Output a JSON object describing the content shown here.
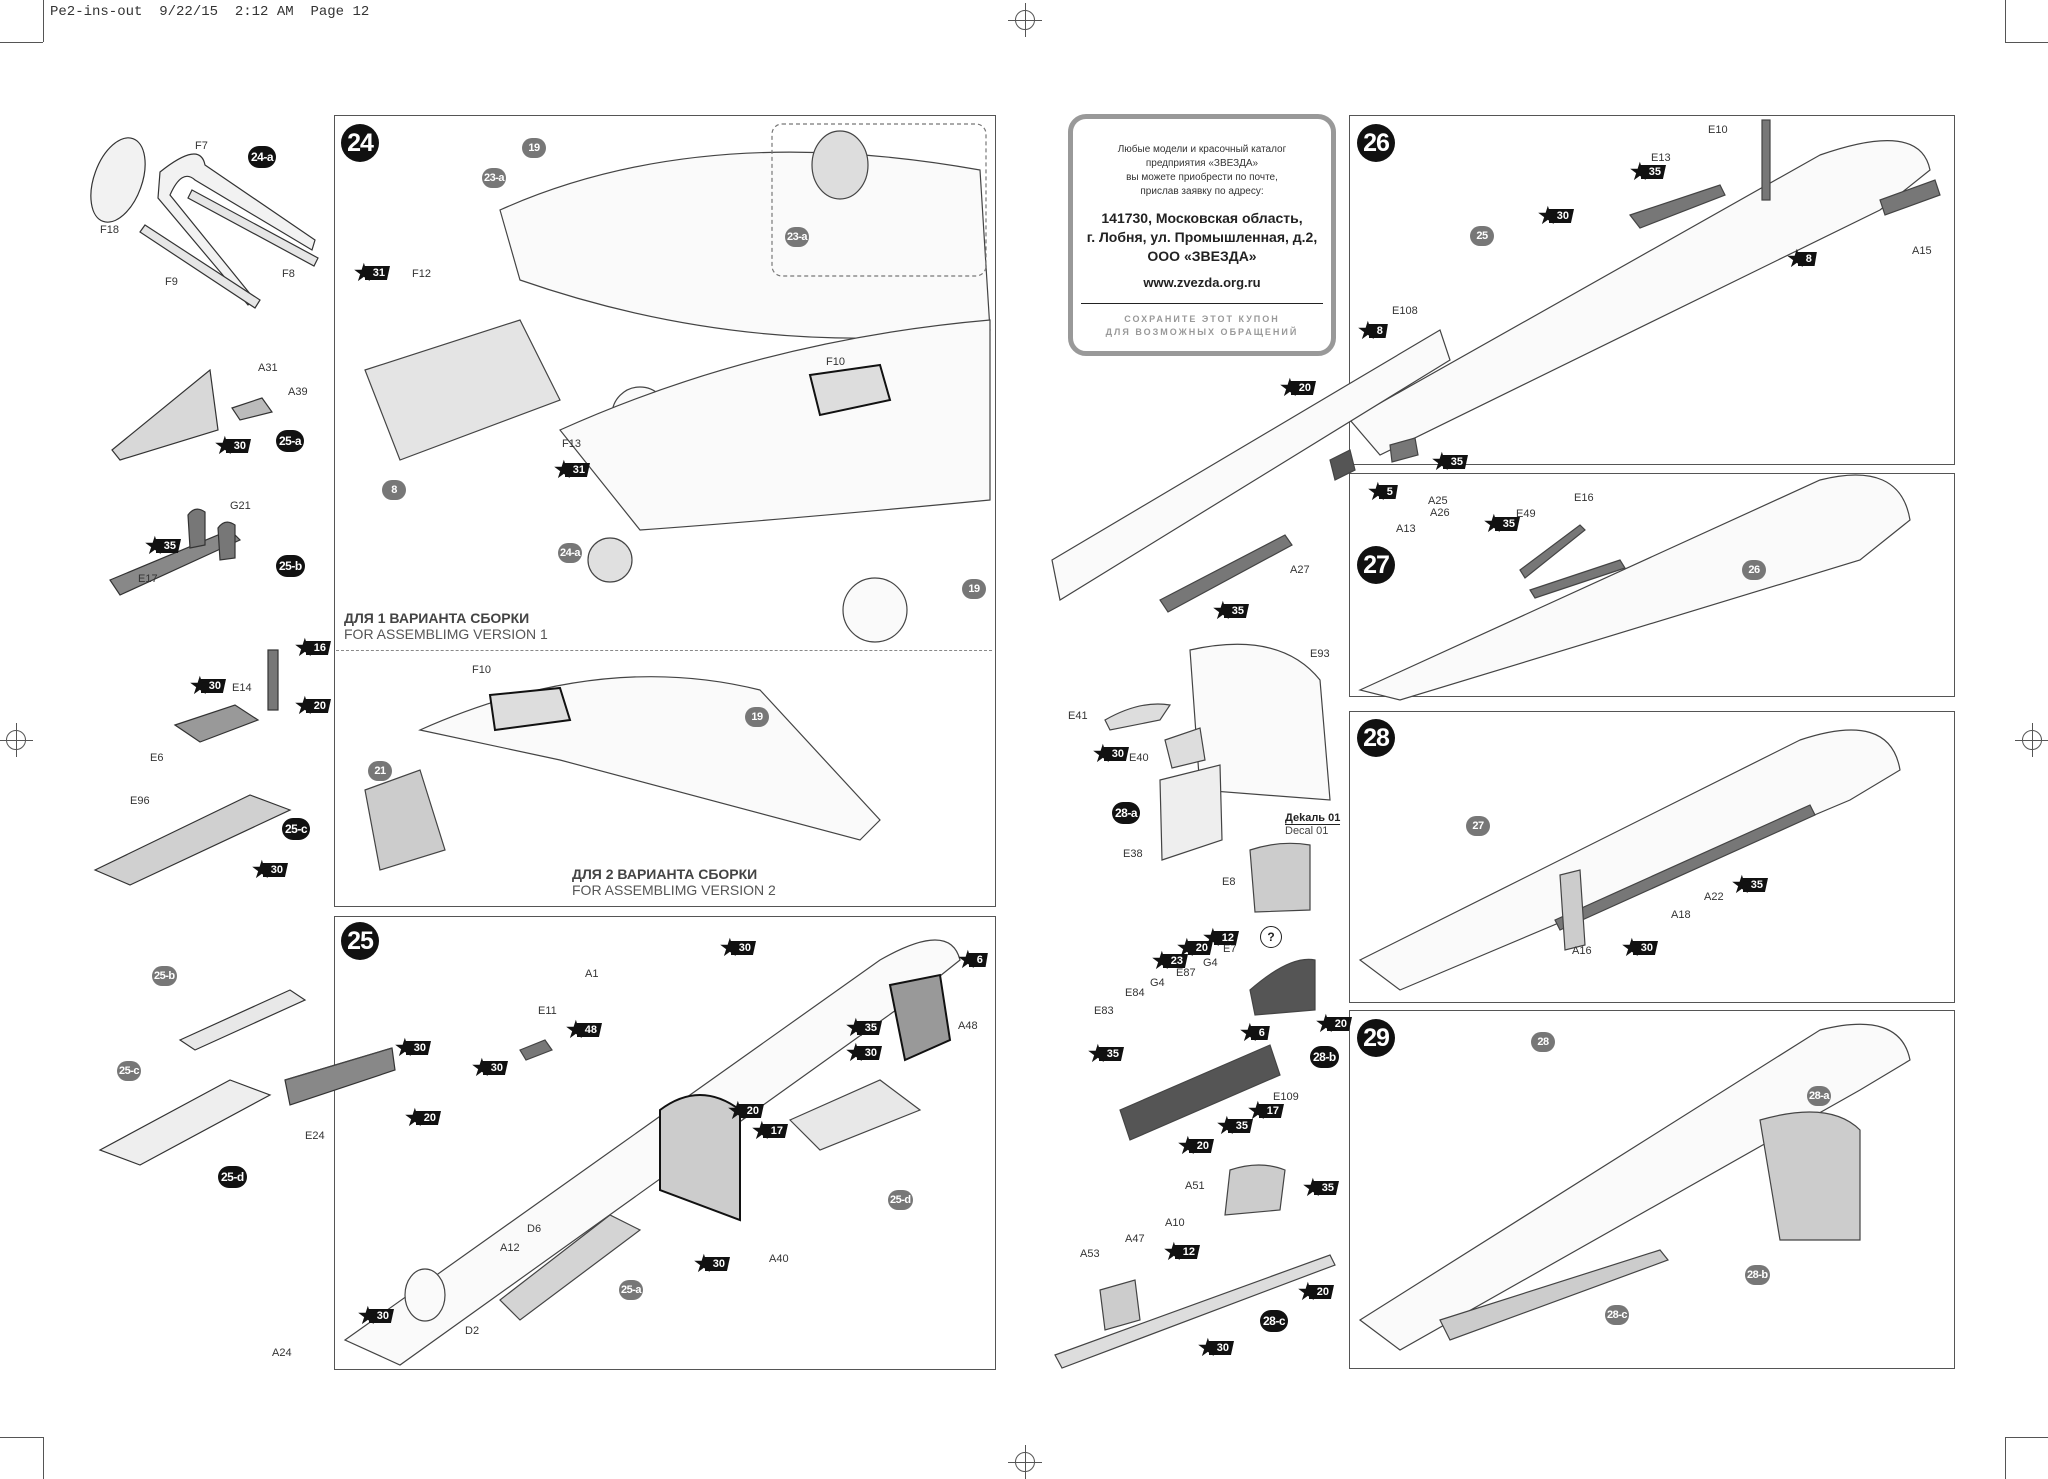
{
  "document": {
    "slug_line": "Pe2-ins-out  9/22/15  2:12 AM  Page 12",
    "colors": {
      "ink": "#111111",
      "reference_badge": "#777777",
      "panel_border": "#555555",
      "coupon_border": "#999999",
      "part_fill": "#d8d8d8",
      "part_dark": "#555555"
    }
  },
  "left_page": {
    "sub_assemblies": [
      {
        "badge": "24-a",
        "parts": [
          "F7",
          "F18",
          "F9",
          "F8"
        ]
      },
      {
        "badge": "25-a",
        "parts": [
          "A31",
          "A39"
        ],
        "paint": [
          "30"
        ]
      },
      {
        "badge": "25-b",
        "parts": [
          "G21",
          "E17"
        ],
        "paint": [
          "35"
        ]
      },
      {
        "badge": "25-c",
        "parts": [
          "E14",
          "E6",
          "E96"
        ],
        "paint": [
          "16",
          "20",
          "30",
          "30"
        ]
      },
      {
        "badge": "25-d",
        "parts": [
          "E24"
        ],
        "refs": [
          "25-b",
          "25-c"
        ],
        "paint": [
          "30"
        ]
      }
    ],
    "step24": {
      "number": "24",
      "refs": [
        "19",
        "23-a",
        "8",
        "24-a",
        "19",
        "23-a"
      ],
      "parts": [
        "F12",
        "F13",
        "F10"
      ],
      "paint": [
        "31",
        "31"
      ],
      "variant1": {
        "ru": "ДЛЯ 1 ВАРИАНТА СБОРКИ",
        "en": "FOR ASSEMBLIMG VERSION 1"
      },
      "variant2": {
        "ru": "ДЛЯ 2 ВАРИАНТА СБОРКИ",
        "en": "FOR ASSEMBLIMG VERSION 2"
      },
      "v2_parts": [
        "F10"
      ],
      "v2_refs": [
        "19",
        "21"
      ]
    },
    "step25": {
      "number": "25",
      "parts": [
        "A1",
        "E11",
        "A48",
        "A12",
        "D6",
        "A40",
        "D2",
        "A24"
      ],
      "refs": [
        "25-d",
        "25-a"
      ],
      "paint": [
        "30",
        "6",
        "48",
        "30",
        "35",
        "30",
        "20",
        "20",
        "17",
        "30",
        "30"
      ]
    }
  },
  "right_page": {
    "coupon": {
      "intro": [
        "Любые модели и красочный каталог",
        "предприятия «ЗВЕЗДА»",
        "вы можете приобрести по почте,",
        "прислав заявку по адресу:"
      ],
      "address": [
        "141730, Московская область,",
        "г. Лобня, ул. Промышленная, д.2,",
        "ООО «ЗВЕЗДА»"
      ],
      "website": "www.zvezda.org.ru",
      "keep_note": [
        "СОХРАНИТЕ ЭТОТ КУПОН",
        "ДЛЯ ВОЗМОЖНЫХ ОБРАЩЕНИЙ"
      ]
    },
    "step26": {
      "number": "26",
      "parts": [
        "E10",
        "E13",
        "A15",
        "E108",
        "A25",
        "A26",
        "A13",
        "A27"
      ],
      "refs": [
        "25"
      ],
      "paint": [
        "35",
        "30",
        "8",
        "8",
        "20",
        "35",
        "5",
        "35"
      ]
    },
    "step27": {
      "number": "27",
      "parts": [
        "E16",
        "E49"
      ],
      "refs": [
        "26"
      ],
      "paint": [
        "35"
      ]
    },
    "sub_28a": {
      "badge": "28-a",
      "parts": [
        "E93",
        "E41",
        "E40",
        "E38"
      ],
      "paint": [
        "30"
      ]
    },
    "decal": {
      "ru": "Деkаль 01",
      "en": "Decal 01",
      "part": "E8"
    },
    "sub_28b": {
      "badge": "28-b",
      "question": "?",
      "parts": [
        "E7",
        "G4",
        "E87",
        "G4",
        "E84",
        "E83",
        "E109"
      ],
      "paint": [
        "12",
        "20",
        "23",
        "20",
        "6",
        "35",
        "35",
        "17",
        "20"
      ]
    },
    "sub_28c": {
      "badge": "28-c",
      "parts": [
        "A51",
        "A10",
        "A47",
        "A53"
      ],
      "paint": [
        "35",
        "12",
        "20",
        "30"
      ]
    },
    "step28": {
      "number": "28",
      "parts": [
        "A22",
        "A18",
        "A16"
      ],
      "refs": [
        "27"
      ],
      "paint": [
        "35",
        "30"
      ]
    },
    "step29": {
      "number": "29",
      "refs": [
        "28",
        "28-a",
        "28-b",
        "28-c"
      ]
    }
  }
}
